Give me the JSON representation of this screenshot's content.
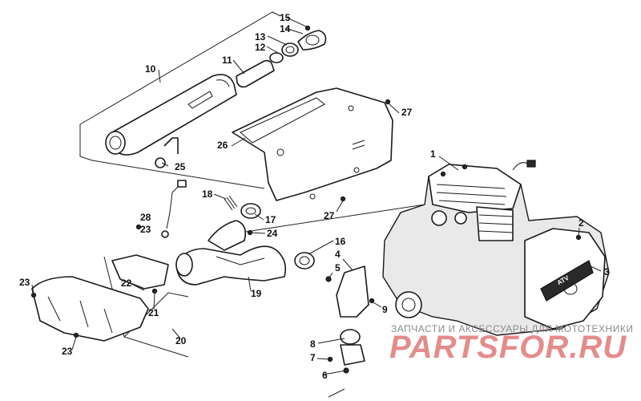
{
  "callouts": {
    "c1": "1",
    "c2": "2",
    "c3": "3",
    "c4": "4",
    "c5": "5",
    "c6": "6",
    "c7": "7",
    "c8": "8",
    "c9": "9",
    "c10": "10",
    "c11": "11",
    "c12": "12",
    "c13": "13",
    "c14": "14",
    "c15": "15",
    "c16": "16",
    "c17": "17",
    "c18": "18",
    "c19": "19",
    "c20": "20",
    "c21": "21",
    "c22": "22",
    "c23a": "23",
    "c23b": "23",
    "c23c": "23",
    "c24": "24",
    "c25": "25",
    "c26": "26",
    "c27a": "27",
    "c27b": "27",
    "c28": "28"
  },
  "watermark": {
    "subtitle": "ЗАПЧАСТИ И АКСЕССУАРЫ ДЛЯ МОТОТЕХНИКИ",
    "brand": "PARTSFOR.RU"
  },
  "engine_cover_badge": "ATV"
}
